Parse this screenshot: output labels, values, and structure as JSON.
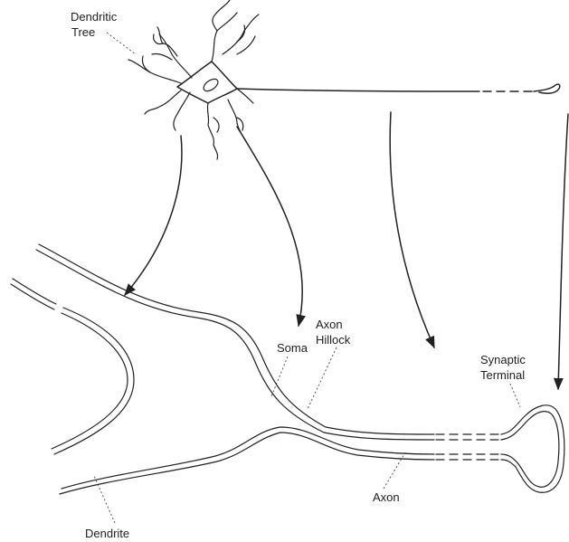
{
  "labels": {
    "dendritic_tree_line1": "Dendritic",
    "dendritic_tree_line2": "Tree",
    "soma": "Soma",
    "axon_hillock_line1": "Axon",
    "axon_hillock_line2": "Hillock",
    "synaptic_terminal_line1": "Synaptic",
    "synaptic_terminal_line2": "Terminal",
    "axon": "Axon",
    "dendrite": "Dendrite"
  }
}
